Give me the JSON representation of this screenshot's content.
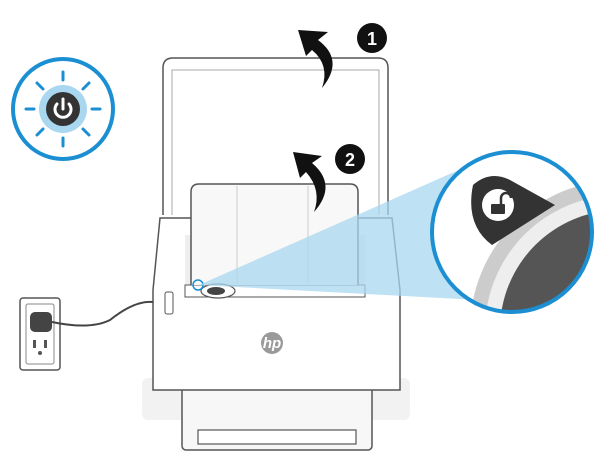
{
  "steps": [
    {
      "number": "1",
      "action": "open-top-cover"
    },
    {
      "number": "2",
      "action": "lift-paper-support"
    }
  ],
  "logo": {
    "brand": "hp"
  },
  "colors": {
    "accent_blue": "#1b8fd2",
    "beam_blue": "#a9d7f0",
    "outline": "#4a4a4a",
    "badge": "#111111"
  }
}
